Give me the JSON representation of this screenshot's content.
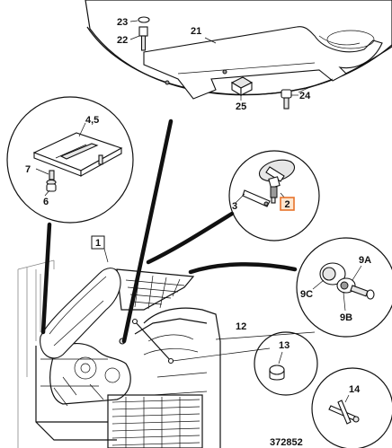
{
  "labels": {
    "l1": "1",
    "l2": "2",
    "l3": "3",
    "l45": "4,5",
    "l6": "6",
    "l7": "7",
    "l9a": "9A",
    "l9b": "9B",
    "l9c": "9C",
    "l12": "12",
    "l13": "13",
    "l14": "14",
    "l21": "21",
    "l22": "22",
    "l23": "23",
    "l24": "24",
    "l25": "25"
  },
  "figure_number": "372852",
  "highlight_color": "#e8732a"
}
